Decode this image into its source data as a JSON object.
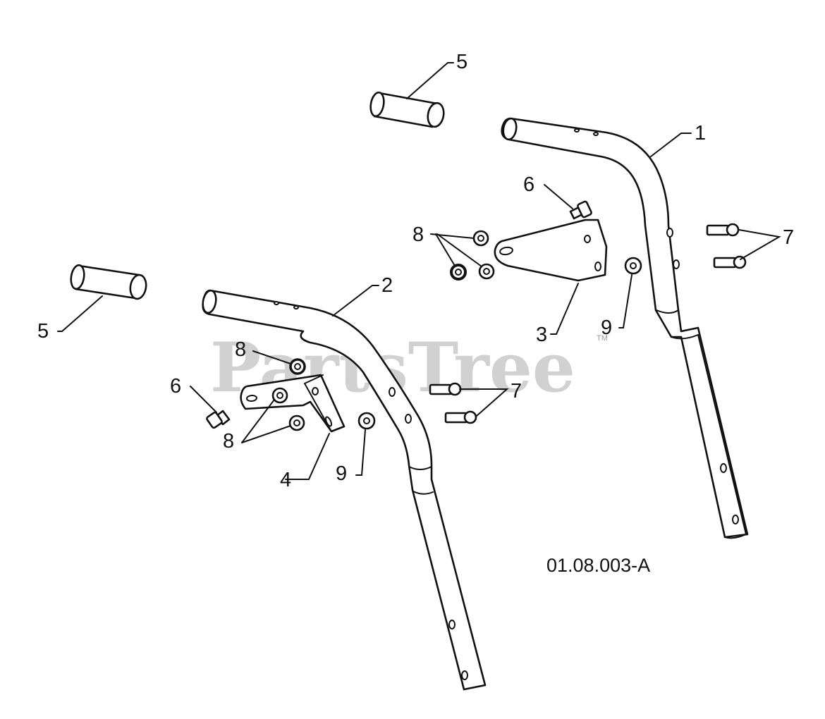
{
  "watermark": {
    "text": "PartsTree",
    "trademark": "TM"
  },
  "drawing_code": "01.08.003-A",
  "callouts": {
    "c1": "1",
    "c2": "2",
    "c3": "3",
    "c4": "4",
    "c5_top": "5",
    "c5_left": "5",
    "c6_top": "6",
    "c6_left": "6",
    "c7_right": "7",
    "c7_mid": "7",
    "c8_top": "8",
    "c8_mid": "8",
    "c8_low": "8",
    "c9_right": "9",
    "c9_left": "9"
  }
}
